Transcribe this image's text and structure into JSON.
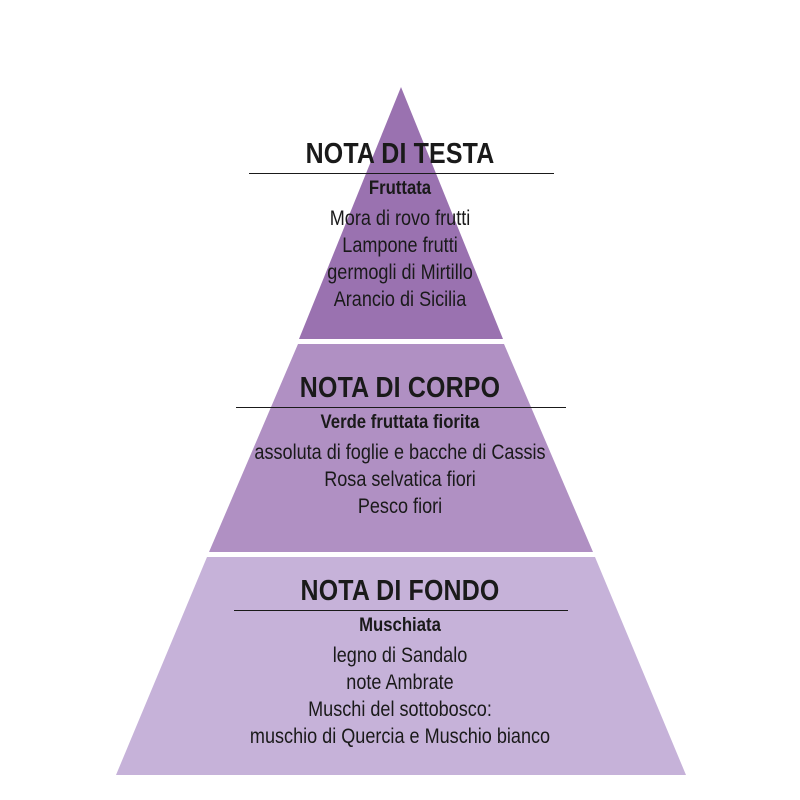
{
  "colors": {
    "top": "#9a72b0",
    "middle": "#b090c3",
    "bottom": "#c6b2d9",
    "text": "#1a1a1a"
  },
  "tiers": [
    {
      "title": "NOTA DI TESTA",
      "subtitle": "Fruttata",
      "notes": [
        "Mora di rovo frutti",
        "Lampone frutti",
        "germogli di Mirtillo",
        "Arancio di Sicilia"
      ]
    },
    {
      "title": "NOTA DI CORPO",
      "subtitle": "Verde fruttata fiorita",
      "notes": [
        "assoluta di foglie e bacche di Cassis",
        "Rosa selvatica fiori",
        "Pesco fiori"
      ]
    },
    {
      "title": "NOTA DI FONDO",
      "subtitle": "Muschiata",
      "notes": [
        "legno di Sandalo",
        "note Ambrate",
        "Muschi del sottobosco:",
        "muschio di Quercia e Muschio bianco"
      ]
    }
  ]
}
